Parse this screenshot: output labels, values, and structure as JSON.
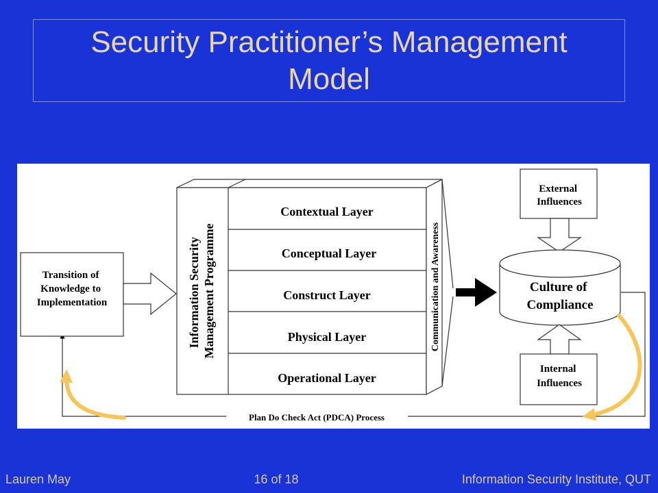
{
  "slide": {
    "title_line1": "Security Practitioner’s Management",
    "title_line2": "Model"
  },
  "diagram": {
    "transition": [
      "Transition of",
      "Knowledge to",
      "Implementation"
    ],
    "programme": [
      "Information Security",
      "Management Programme"
    ],
    "layers": [
      "Contextual Layer",
      "Conceptual Layer",
      "Construct Layer",
      "Physical Layer",
      "Operational Layer"
    ],
    "comms": "Communication and Awareness",
    "external": [
      "External",
      "Influences"
    ],
    "culture": [
      "Culture of",
      "Compliance"
    ],
    "internal": [
      "Internal",
      "Influences"
    ],
    "pdca": "Plan Do Check Act (PDCA) Process"
  },
  "footer": {
    "author": "Lauren May",
    "page": "16 of  18",
    "institute": "Information Security Institute, QUT"
  },
  "colors": {
    "background": "#1a33d6",
    "title": "#e6d6a8",
    "footer": "#d7c99a",
    "highlight_arrow": "#f7c65a"
  }
}
